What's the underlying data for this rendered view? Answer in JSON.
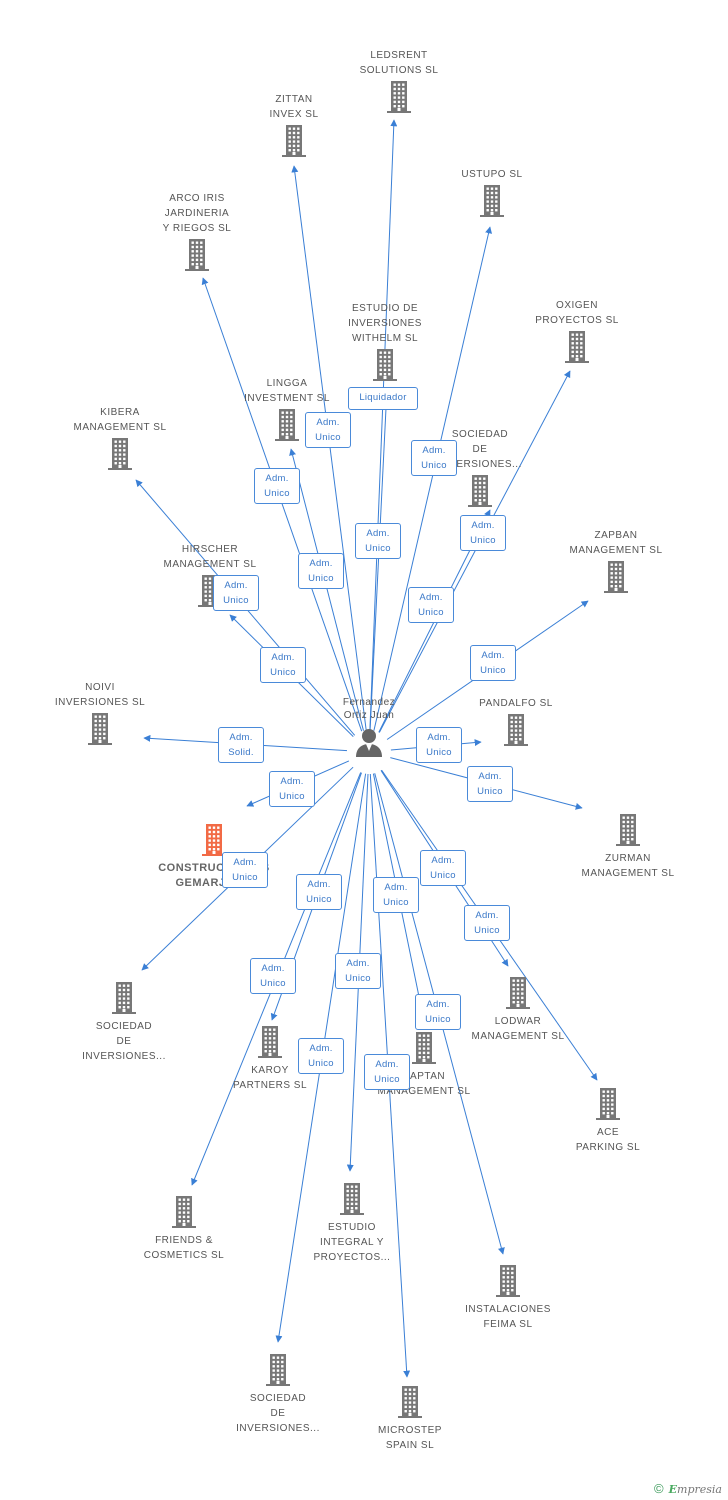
{
  "person": {
    "label": "Fernandez\nOrtiz Juan",
    "icon": "person-icon"
  },
  "colors": {
    "edge": "#3a7fd5",
    "company_icon": "#777777",
    "highlight_icon": "#f26a45",
    "badge_border": "#4a8ad9"
  },
  "companies": [
    {
      "id": "ledsrent",
      "label": "LEDSRENT\nSOLUTIONS SL"
    },
    {
      "id": "zittan",
      "label": "ZITTAN\nINVEX SL"
    },
    {
      "id": "ustupo",
      "label": "USTUPO SL"
    },
    {
      "id": "arcoiris",
      "label": "ARCO IRIS\nJARDINERIA\nY RIEGOS SL"
    },
    {
      "id": "estudio_withelm",
      "label": "ESTUDIO DE\nINVERSIONES\nWITHELM SL"
    },
    {
      "id": "oxigen",
      "label": "OXIGEN\nPROYECTOS SL"
    },
    {
      "id": "lingga",
      "label": "LINGGA\nINVESTMENT SL"
    },
    {
      "id": "kibera",
      "label": "KIBERA\nMANAGEMENT SL"
    },
    {
      "id": "sociedad_top",
      "label": "SOCIEDAD\nDE\nINVERSIONES..."
    },
    {
      "id": "zapban",
      "label": "ZAPBAN\nMANAGEMENT SL"
    },
    {
      "id": "hirscher",
      "label": "HIRSCHER\nMANAGEMENT SL"
    },
    {
      "id": "noivi",
      "label": "NOIVI\nINVERSIONES SL"
    },
    {
      "id": "pandalfo",
      "label": "PANDALFO SL"
    },
    {
      "id": "zurman",
      "label": "ZURMAN\nMANAGEMENT SL"
    },
    {
      "id": "construcciones",
      "label": "CONSTRUCCIONES\nGEMARJU SL",
      "highlight": true
    },
    {
      "id": "sociedad_left",
      "label": "SOCIEDAD\nDE\nINVERSIONES..."
    },
    {
      "id": "lodwar",
      "label": "LODWAR\nMANAGEMENT SL"
    },
    {
      "id": "karoy",
      "label": "KAROY\nPARTNERS SL"
    },
    {
      "id": "kaptan",
      "label": "KAPTAN\nMANAGEMENT SL"
    },
    {
      "id": "ace",
      "label": "ACE\nPARKING SL"
    },
    {
      "id": "friends",
      "label": "FRIENDS &\nCOSMETICS SL"
    },
    {
      "id": "estudio_integral",
      "label": "ESTUDIO\nINTEGRAL Y\nPROYECTOS..."
    },
    {
      "id": "instalaciones",
      "label": "INSTALACIONES\nFEIMA SL"
    },
    {
      "id": "sociedad_bottom",
      "label": "SOCIEDAD\nDE\nINVERSIONES..."
    },
    {
      "id": "microstep",
      "label": "MICROSTEP\nSPAIN SL"
    }
  ],
  "relations": [
    {
      "target": "ledsrent",
      "label": "Liquidador"
    },
    {
      "target": "zittan",
      "label": "Adm.\nUnico"
    },
    {
      "target": "arcoiris",
      "label": "Adm.\nUnico"
    },
    {
      "target": "ustupo",
      "label": "Adm.\nUnico"
    },
    {
      "target": "estudio_withelm",
      "label": "Adm.\nUnico"
    },
    {
      "target": "oxigen",
      "label": "Adm.\nUnico"
    },
    {
      "target": "lingga",
      "label": "Adm.\nUnico"
    },
    {
      "target": "kibera",
      "label": "Adm.\nUnico"
    },
    {
      "target": "sociedad_top",
      "label": "Adm.\nUnico"
    },
    {
      "target": "zapban",
      "label": "Adm.\nUnico"
    },
    {
      "target": "hirscher",
      "label": "Adm.\nUnico"
    },
    {
      "target": "noivi",
      "label": "Adm.\nSolid."
    },
    {
      "target": "pandalfo",
      "label": "Adm.\nUnico"
    },
    {
      "target": "zurman",
      "label": "Adm.\nUnico"
    },
    {
      "target": "construcciones",
      "label": "Adm.\nUnico"
    },
    {
      "target": "sociedad_left",
      "label": "Adm.\nUnico"
    },
    {
      "target": "lodwar",
      "label": "Adm.\nUnico"
    },
    {
      "target": "karoy",
      "label": "Adm.\nUnico"
    },
    {
      "target": "kaptan",
      "label": "Adm.\nUnico"
    },
    {
      "target": "ace",
      "label": "Adm.\nUnico"
    },
    {
      "target": "friends",
      "label": "Adm.\nUnico"
    },
    {
      "target": "estudio_integral",
      "label": "Adm.\nUnico"
    },
    {
      "target": "instalaciones",
      "label": "Adm.\nUnico"
    },
    {
      "target": "sociedad_bottom",
      "label": "Adm.\nUnico"
    },
    {
      "target": "microstep",
      "label": "Adm.\nUnico"
    }
  ],
  "footer": {
    "copyright": "©",
    "brand_initial": "E",
    "brand_rest": "mpresia"
  }
}
